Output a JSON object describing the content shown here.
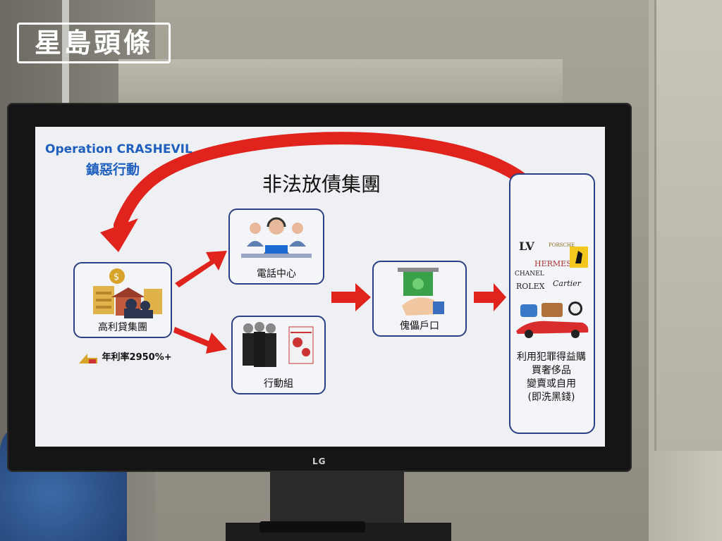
{
  "watermark": {
    "logo_text": "星島頭條"
  },
  "tv": {
    "brand": "LG"
  },
  "slide": {
    "operation_title": "Operation CRASHEVIL",
    "operation_subtitle": "鎮惡行動",
    "main_title": "非法放債集團",
    "nodes": {
      "moneylender": "高利貸集團",
      "call_centre": "電話中心",
      "action_team": "行動組",
      "nominee_account": "傀儡戶口"
    },
    "interest_rate": "年利率2950%+",
    "luxury_brands": [
      "LV",
      "HERMES",
      "PORSCHE",
      "CHANEL",
      "ROLEX",
      "Cartier"
    ],
    "luxury_text": [
      "利用犯罪得益購",
      "買奢侈品",
      "變賣或自用",
      "(即洗黑錢)"
    ]
  },
  "colors": {
    "arrow_red": "#e0231c",
    "box_border": "#2b3f86",
    "title_blue": "#1f5fbf"
  }
}
